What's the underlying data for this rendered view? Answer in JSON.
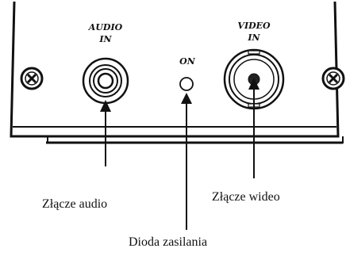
{
  "panel": {
    "audio_label_line1": "AUDIO",
    "audio_label_line2": "IN",
    "led_label": "ON",
    "video_label_line1": "VIDEO",
    "video_label_line2": "IN"
  },
  "callouts": {
    "audio": "Złącze audio",
    "video": "Złącze wideo",
    "power_led": "Dioda zasilania"
  },
  "colors": {
    "ink": "#111111",
    "panel_fill": "#ffffff"
  }
}
